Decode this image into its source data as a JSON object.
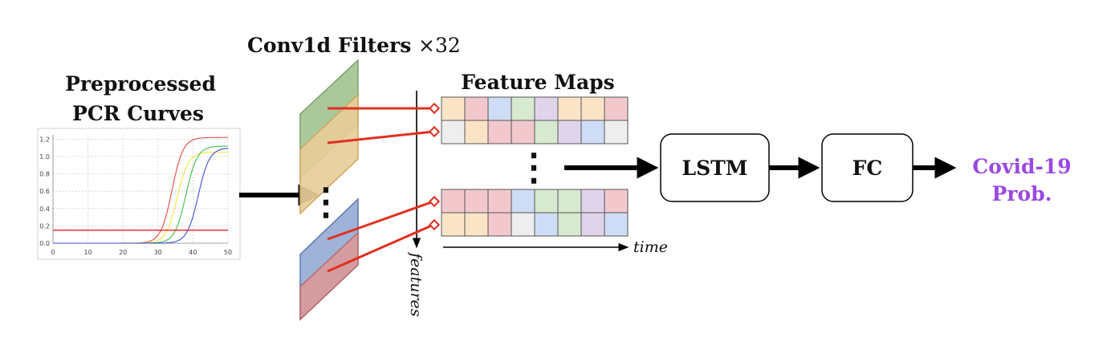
{
  "labels": {
    "pcr_title_1": "Preprocessed",
    "pcr_title_2": "PCR Curves",
    "filters_title": "Conv1d Filters",
    "filters_mult": "×32",
    "feature_maps_title": "Feature Maps",
    "lstm": "LSTM",
    "fc": "FC",
    "output_1": "Covid-19",
    "output_2": "Prob.",
    "time_axis": "time",
    "features_axis": "features",
    "ellipsis": "⋮"
  },
  "pcr_plot": {
    "x_ticks": [
      "0",
      "10",
      "20",
      "30",
      "40",
      "50"
    ],
    "y_ticks": [
      "0.0",
      "0.2",
      "0.4",
      "0.6",
      "0.8",
      "1.0",
      "1.2"
    ],
    "x_range": [
      0,
      50
    ],
    "y_range": [
      0,
      1.25
    ],
    "threshold": 0.15,
    "curves": [
      {
        "color": "#e24a4a",
        "midpoint": 34,
        "max": 1.22
      },
      {
        "color": "#f2e640",
        "midpoint": 35.5,
        "max": 1.05
      },
      {
        "color": "#3cbf4a",
        "midpoint": 38,
        "max": 1.12
      },
      {
        "color": "#3a4fd6",
        "midpoint": 41.5,
        "max": 1.1
      }
    ],
    "threshold_color": "#e02020"
  },
  "filters": {
    "top_colors": [
      "#aac89a",
      "#e7cd9a"
    ],
    "bottom_colors": [
      "#9fb2d8",
      "#d99a9a"
    ]
  },
  "feature_rows": [
    [
      "#fbe4c6",
      "#f2c8cc",
      "#cfdcf5",
      "#d7e9cf",
      "#e0d4ec",
      "#fbe4c6",
      "#fbe4c6",
      "#f2c8cc"
    ],
    [
      "#eeeeee",
      "#fbe4c6",
      "#f2c8cc",
      "#f2c8cc",
      "#d7e9cf",
      "#e0d4ec",
      "#cfdcf5",
      "#eeeeee"
    ],
    [
      "#f2c8cc",
      "#f2c8cc",
      "#f2c8cc",
      "#cfdcf5",
      "#d7e9cf",
      "#d7e9cf",
      "#e0d4ec",
      "#f2c8cc"
    ],
    [
      "#fbe4c6",
      "#fbe4c6",
      "#f2c8cc",
      "#eeeeee",
      "#cfdcf5",
      "#d7e9cf",
      "#e0d4ec",
      "#cfdcf5"
    ]
  ],
  "colors": {
    "output": "#9a49e0",
    "connector": "#e03020"
  }
}
